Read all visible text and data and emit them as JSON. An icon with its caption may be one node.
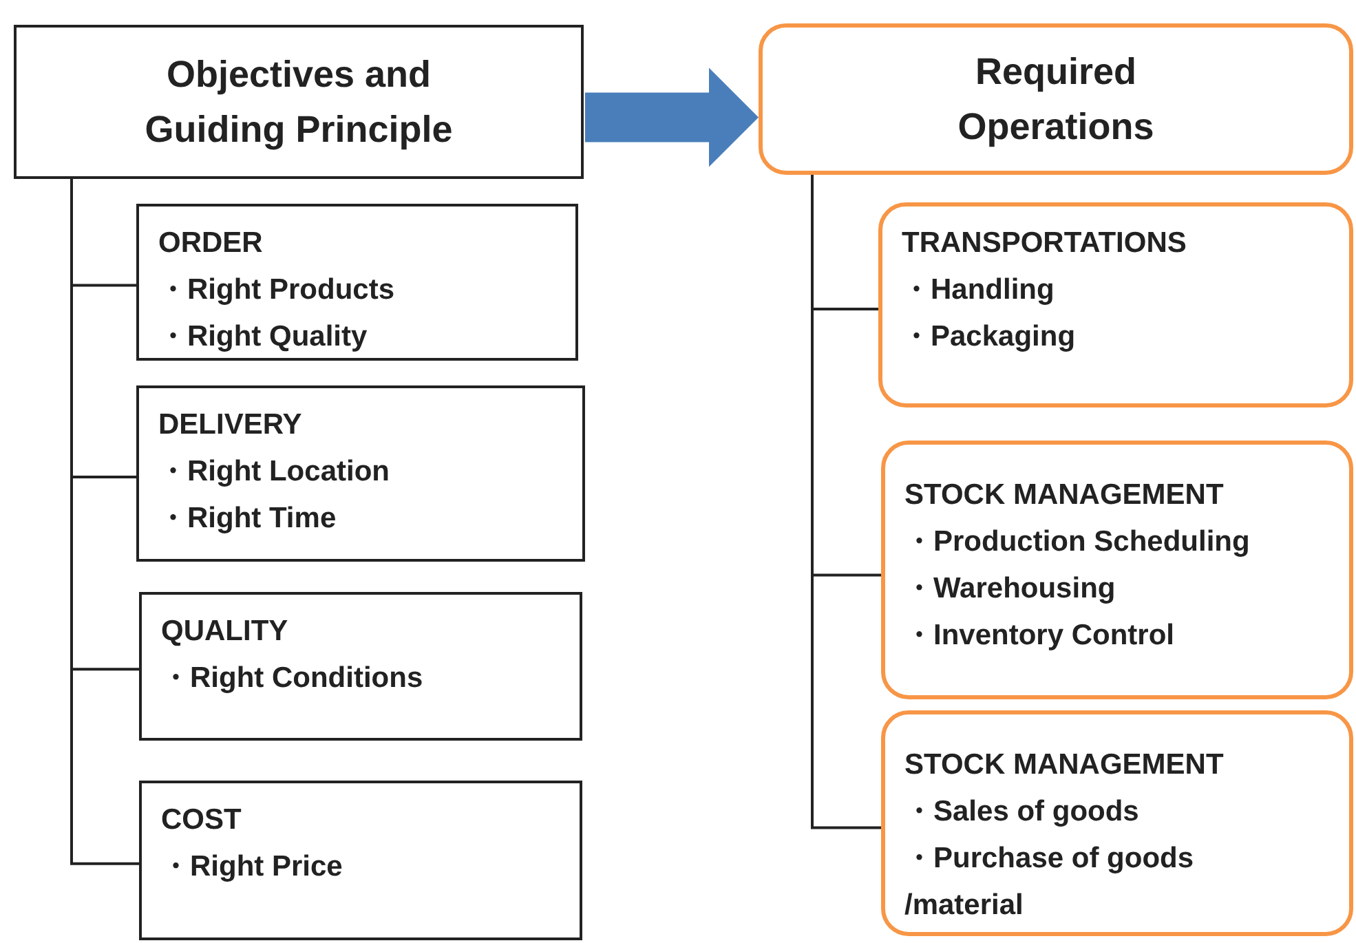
{
  "diagram": {
    "nodes": [
      {
        "text": [
          "Objectives and Guiding Principle"
        ]
      },
      {
        "text": [
          "ORDER",
          "・Right Products",
          "・Right Quality"
        ]
      },
      {
        "text": [
          "DELIVERY",
          "・Right Location",
          "・Right Time"
        ]
      },
      {
        "text": [
          "QUALITY",
          "・Right Conditions"
        ]
      },
      {
        "text": [
          "COST",
          "・Right Price"
        ]
      },
      {
        "text": [
          "Required Operations"
        ]
      },
      {
        "text": [
          "TRANSPORTATIONS",
          "・Handling",
          "・Packaging"
        ]
      },
      {
        "text": [
          "STOCK MANAGEMENT",
          "・Production Scheduling",
          "・Warehousing",
          "・Inventory Control"
        ]
      },
      {
        "text": [
          "STOCK MANAGEMENT",
          "・Sales of goods",
          "・Purchase of goods /material"
        ]
      }
    ],
    "edges": [
      {
        "from": 0,
        "to": 5,
        "arrow": "to",
        "style": "thick",
        "color": "#4a7ebb"
      },
      {
        "from": 0,
        "to": 1,
        "arrow": "none"
      },
      {
        "from": 0,
        "to": 2,
        "arrow": "none"
      },
      {
        "from": 0,
        "to": 3,
        "arrow": "none"
      },
      {
        "from": 0,
        "to": 4,
        "arrow": "none"
      },
      {
        "from": 5,
        "to": 6,
        "arrow": "none"
      },
      {
        "from": 5,
        "to": 7,
        "arrow": "none"
      },
      {
        "from": 5,
        "to": 8,
        "arrow": "none"
      }
    ]
  }
}
